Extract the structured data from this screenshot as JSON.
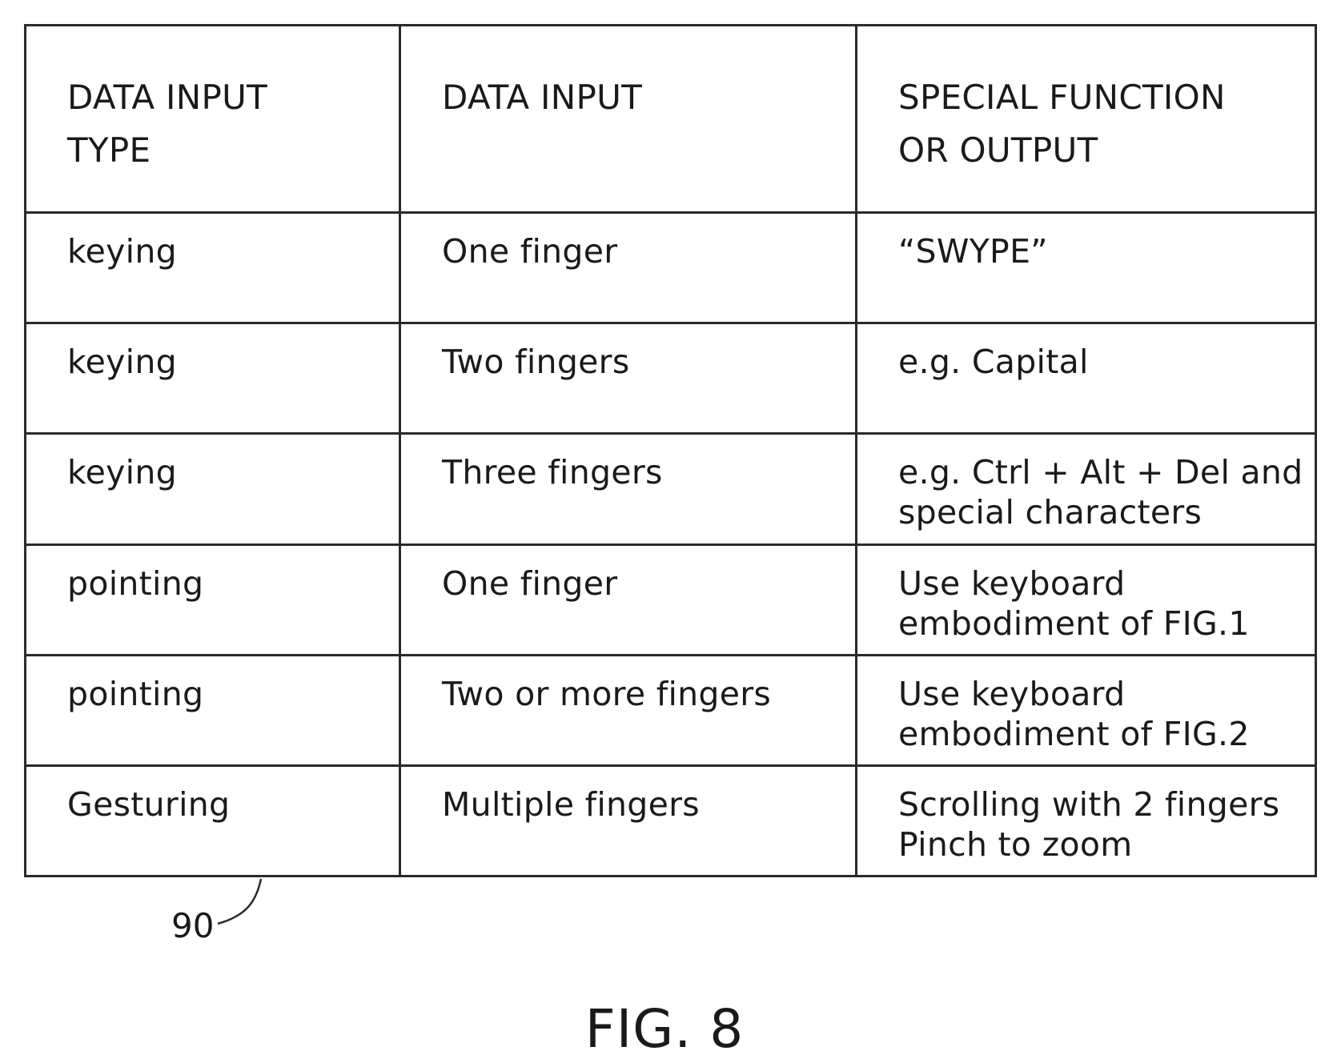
{
  "table": {
    "headers": [
      [
        "DATA INPUT",
        "TYPE"
      ],
      [
        "DATA INPUT"
      ],
      [
        "SPECIAL FUNCTION",
        "OR OUTPUT"
      ]
    ],
    "rows": [
      [
        [
          "keying"
        ],
        [
          "One finger"
        ],
        [
          "“SWYPE”"
        ]
      ],
      [
        [
          "keying"
        ],
        [
          "Two fingers"
        ],
        [
          "e.g. Capital"
        ]
      ],
      [
        [
          "keying"
        ],
        [
          "Three fingers"
        ],
        [
          "e.g. Ctrl + Alt + Del and",
          "special characters"
        ]
      ],
      [
        [
          "pointing"
        ],
        [
          "One finger"
        ],
        [
          "Use keyboard",
          "embodiment of FIG.1"
        ]
      ],
      [
        [
          "pointing"
        ],
        [
          "Two or more fingers"
        ],
        [
          "Use keyboard",
          "embodiment of FIG.2"
        ]
      ],
      [
        [
          "Gesturing"
        ],
        [
          "Multiple fingers"
        ],
        [
          "Scrolling with 2 fingers",
          "Pinch to zoom"
        ]
      ]
    ]
  },
  "reference_numeral": "90",
  "figure_label": "FIG. 8"
}
